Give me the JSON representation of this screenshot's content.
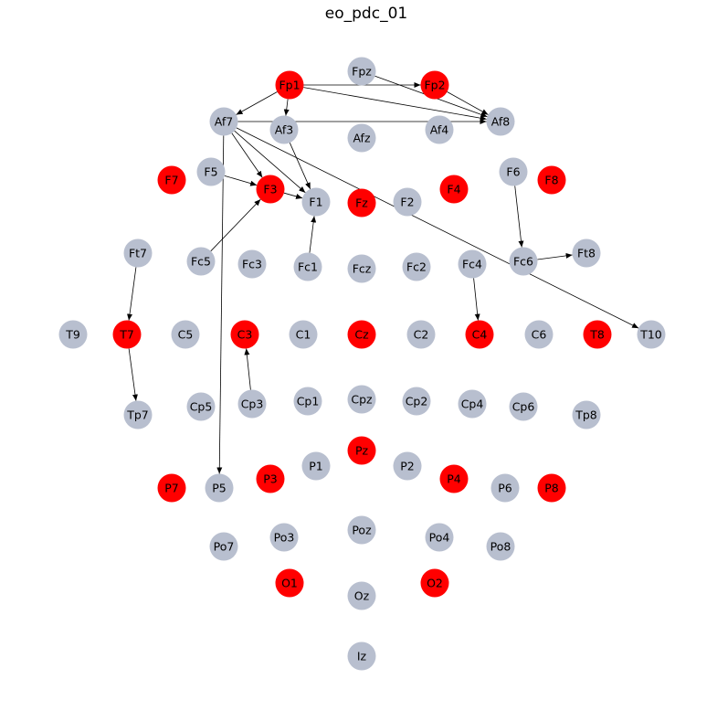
{
  "title": "eo_pdc_01",
  "colors": {
    "highlight": "#ff0000",
    "normal": "#b8bfcf",
    "edge": "#000000",
    "label": "#000000",
    "background": "#ffffff"
  },
  "nodes": [
    {
      "id": "Fpz",
      "label": "Fpz",
      "highlight": false
    },
    {
      "id": "Fp1",
      "label": "Fp1",
      "highlight": true
    },
    {
      "id": "Fp2",
      "label": "Fp2",
      "highlight": true
    },
    {
      "id": "Af7",
      "label": "Af7",
      "highlight": false
    },
    {
      "id": "Af3",
      "label": "Af3",
      "highlight": false
    },
    {
      "id": "Afz",
      "label": "Afz",
      "highlight": false
    },
    {
      "id": "Af4",
      "label": "Af4",
      "highlight": false
    },
    {
      "id": "Af8",
      "label": "Af8",
      "highlight": false
    },
    {
      "id": "F7",
      "label": "F7",
      "highlight": true
    },
    {
      "id": "F5",
      "label": "F5",
      "highlight": false
    },
    {
      "id": "F3",
      "label": "F3",
      "highlight": true
    },
    {
      "id": "F1",
      "label": "F1",
      "highlight": false
    },
    {
      "id": "Fz",
      "label": "Fz",
      "highlight": true
    },
    {
      "id": "F2",
      "label": "F2",
      "highlight": false
    },
    {
      "id": "F4",
      "label": "F4",
      "highlight": true
    },
    {
      "id": "F6",
      "label": "F6",
      "highlight": false
    },
    {
      "id": "F8",
      "label": "F8",
      "highlight": true
    },
    {
      "id": "Ft7",
      "label": "Ft7",
      "highlight": false
    },
    {
      "id": "Fc5",
      "label": "Fc5",
      "highlight": false
    },
    {
      "id": "Fc3",
      "label": "Fc3",
      "highlight": false
    },
    {
      "id": "Fc1",
      "label": "Fc1",
      "highlight": false
    },
    {
      "id": "Fcz",
      "label": "Fcz",
      "highlight": false
    },
    {
      "id": "Fc2",
      "label": "Fc2",
      "highlight": false
    },
    {
      "id": "Fc4",
      "label": "Fc4",
      "highlight": false
    },
    {
      "id": "Fc6",
      "label": "Fc6",
      "highlight": false
    },
    {
      "id": "Ft8",
      "label": "Ft8",
      "highlight": false
    },
    {
      "id": "T9",
      "label": "T9",
      "highlight": false
    },
    {
      "id": "T7",
      "label": "T7",
      "highlight": true
    },
    {
      "id": "C5",
      "label": "C5",
      "highlight": false
    },
    {
      "id": "C3",
      "label": "C3",
      "highlight": true
    },
    {
      "id": "C1",
      "label": "C1",
      "highlight": false
    },
    {
      "id": "Cz",
      "label": "Cz",
      "highlight": true
    },
    {
      "id": "C2",
      "label": "C2",
      "highlight": false
    },
    {
      "id": "C4",
      "label": "C4",
      "highlight": true
    },
    {
      "id": "C6",
      "label": "C6",
      "highlight": false
    },
    {
      "id": "T8",
      "label": "T8",
      "highlight": true
    },
    {
      "id": "T10",
      "label": "T10",
      "highlight": false
    },
    {
      "id": "Tp7",
      "label": "Tp7",
      "highlight": false
    },
    {
      "id": "Cp5",
      "label": "Cp5",
      "highlight": false
    },
    {
      "id": "Cp3",
      "label": "Cp3",
      "highlight": false
    },
    {
      "id": "Cp1",
      "label": "Cp1",
      "highlight": false
    },
    {
      "id": "Cpz",
      "label": "Cpz",
      "highlight": false
    },
    {
      "id": "Cp2",
      "label": "Cp2",
      "highlight": false
    },
    {
      "id": "Cp4",
      "label": "Cp4",
      "highlight": false
    },
    {
      "id": "Cp6",
      "label": "Cp6",
      "highlight": false
    },
    {
      "id": "Tp8",
      "label": "Tp8",
      "highlight": false
    },
    {
      "id": "Pz",
      "label": "Pz",
      "highlight": true
    },
    {
      "id": "P1",
      "label": "P1",
      "highlight": false
    },
    {
      "id": "P2",
      "label": "P2",
      "highlight": false
    },
    {
      "id": "P3",
      "label": "P3",
      "highlight": true
    },
    {
      "id": "P4",
      "label": "P4",
      "highlight": true
    },
    {
      "id": "P7",
      "label": "P7",
      "highlight": true
    },
    {
      "id": "P5",
      "label": "P5",
      "highlight": false
    },
    {
      "id": "P6",
      "label": "P6",
      "highlight": false
    },
    {
      "id": "P8",
      "label": "P8",
      "highlight": true
    },
    {
      "id": "Poz",
      "label": "Poz",
      "highlight": false
    },
    {
      "id": "Po3",
      "label": "Po3",
      "highlight": false
    },
    {
      "id": "Po4",
      "label": "Po4",
      "highlight": false
    },
    {
      "id": "Po7",
      "label": "Po7",
      "highlight": false
    },
    {
      "id": "Po8",
      "label": "Po8",
      "highlight": false
    },
    {
      "id": "O1",
      "label": "O1",
      "highlight": true
    },
    {
      "id": "O2",
      "label": "O2",
      "highlight": true
    },
    {
      "id": "Oz",
      "label": "Oz",
      "highlight": false
    },
    {
      "id": "Iz",
      "label": "Iz",
      "highlight": false
    }
  ],
  "edges": [
    {
      "from": "Fp1",
      "to": "Fp2"
    },
    {
      "from": "Fp1",
      "to": "Af7"
    },
    {
      "from": "Fp1",
      "to": "Af3"
    },
    {
      "from": "Fp1",
      "to": "Af8"
    },
    {
      "from": "Fpz",
      "to": "Af8"
    },
    {
      "from": "Fp2",
      "to": "Af8"
    },
    {
      "from": "Af7",
      "to": "Af8"
    },
    {
      "from": "Af7",
      "to": "F3"
    },
    {
      "from": "Af7",
      "to": "F1"
    },
    {
      "from": "Af7",
      "to": "P5"
    },
    {
      "from": "Af7",
      "to": "T10"
    },
    {
      "from": "Af3",
      "to": "F1"
    },
    {
      "from": "F5",
      "to": "F3"
    },
    {
      "from": "F3",
      "to": "F1"
    },
    {
      "from": "Fc5",
      "to": "F3"
    },
    {
      "from": "Fc1",
      "to": "F1"
    },
    {
      "from": "F6",
      "to": "Fc6"
    },
    {
      "from": "Fc6",
      "to": "Ft8"
    },
    {
      "from": "Ft7",
      "to": "T7"
    },
    {
      "from": "T7",
      "to": "Tp7"
    },
    {
      "from": "Fc4",
      "to": "C4"
    },
    {
      "from": "Cp3",
      "to": "C3"
    }
  ]
}
